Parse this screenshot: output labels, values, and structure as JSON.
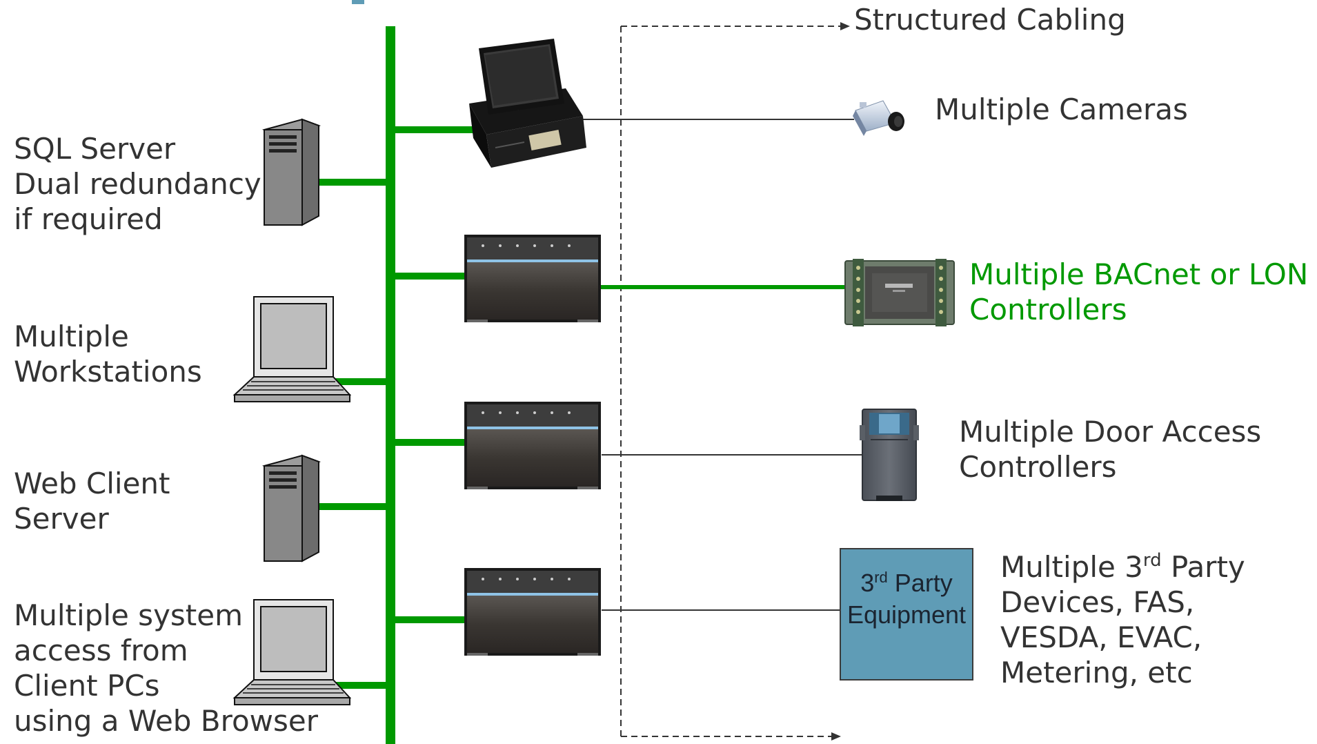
{
  "colors": {
    "bus": "#009900",
    "label": "#333333",
    "bacnet_label": "#009900",
    "third_party_box": "#5f9cb6"
  },
  "left_labels": {
    "sql": [
      "SQL Server",
      "Dual redundancy",
      "if required"
    ],
    "workstations": [
      "Multiple",
      "Workstations"
    ],
    "web_client": [
      "Web Client",
      "Server"
    ],
    "client_pcs": [
      "Multiple system",
      "access from",
      "Client PCs",
      "using a Web Browser"
    ]
  },
  "right_labels": {
    "cabling": "Structured Cabling",
    "cameras": "Multiple Cameras",
    "bacnet": [
      "Multiple BACnet or LON",
      "Controllers"
    ],
    "door_access": [
      "Multiple Door Access",
      "Controllers"
    ],
    "third_party": {
      "line1_pre": "Multiple 3",
      "line1_sup": "rd",
      "line1_post": " Party",
      "line2": "Devices, FAS,",
      "line3": "VESDA, EVAC,",
      "line4": "Metering, etc"
    }
  },
  "third_party_box": {
    "num": "3",
    "sup": "rd",
    "post": " Party",
    "line2": "Equipment"
  },
  "icons": {
    "workstation": "desktop-workstation-icon",
    "camera": "ip-camera-icon",
    "bacnet": "bacnet-controller-icon",
    "door": "door-access-controller-icon",
    "server": "tower-server-icon",
    "laptop": "laptop-icon",
    "panel": "controller-panel-icon"
  }
}
